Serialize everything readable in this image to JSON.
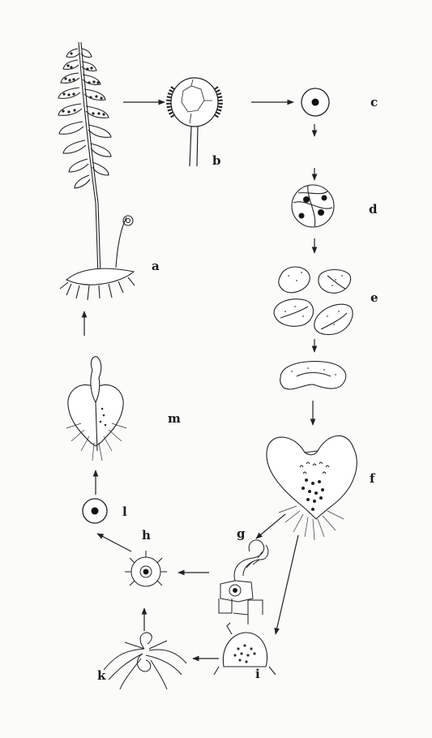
{
  "labels": {
    "a": "a",
    "b": "b",
    "c": "c",
    "d": "d",
    "e": "e",
    "f": "f",
    "g": "g",
    "h": "h",
    "i": "i",
    "k": "k",
    "l": "l",
    "m": "m"
  }
}
